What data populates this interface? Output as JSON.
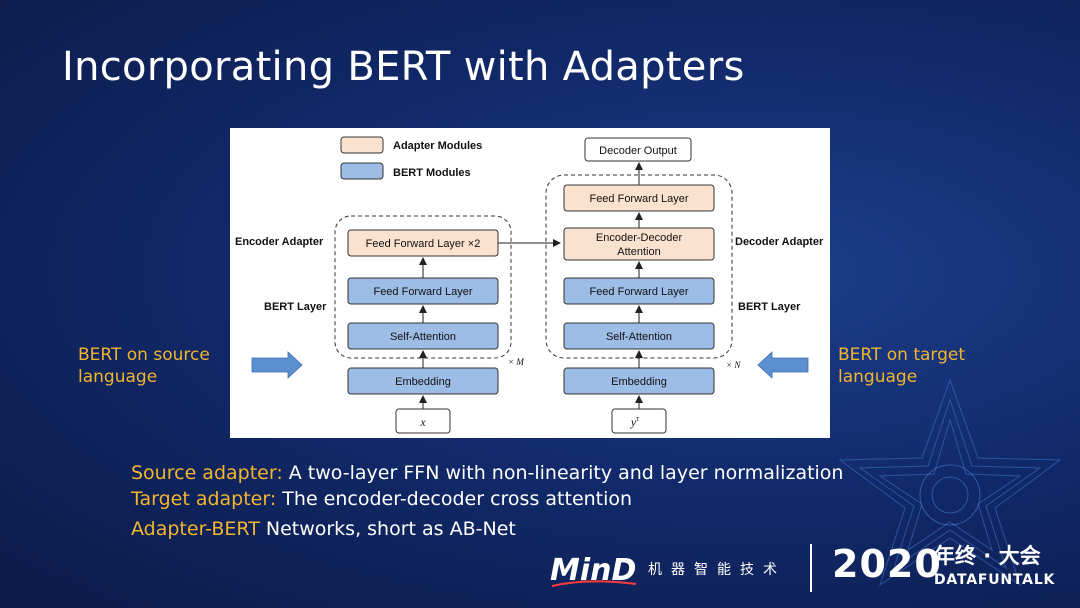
{
  "slide": {
    "title": "Incorporating BERT with Adapters",
    "left_label_line1": "BERT on source",
    "left_label_line2": "language",
    "right_label_line1": "BERT on target",
    "right_label_line2": "language"
  },
  "figure": {
    "legend_adapter": "Adapter Modules",
    "legend_bert": "BERT Modules",
    "encoder_adapter_label": "Encoder Adapter",
    "decoder_adapter_label": "Decoder Adapter",
    "bert_layer_left": "BERT Layer",
    "bert_layer_right": "BERT Layer",
    "enc_ffn_adapter": "Feed Forward Layer ×2",
    "enc_ffn": "Feed Forward Layer",
    "enc_self_attn": "Self-Attention",
    "enc_embedding": "Embedding",
    "enc_input": "x",
    "enc_repeat": "× M",
    "dec_output": "Decoder Output",
    "dec_ffn_adapter": "Feed Forward Layer",
    "dec_cross_attn_line1": "Encoder-Decoder",
    "dec_cross_attn_line2": "Attention",
    "dec_ffn": "Feed Forward Layer",
    "dec_self_attn": "Self-Attention",
    "dec_embedding": "Embedding",
    "dec_input_base": "y",
    "dec_input_sup": "τ",
    "dec_repeat": "× N"
  },
  "bullets": [
    {
      "highlight": "Source adapter:",
      "text": " A two-layer FFN with non-linearity and layer normalization"
    },
    {
      "highlight": "Target adapter:",
      "text": " The encoder-decoder cross attention"
    },
    {
      "highlight": "Adapter-BERT",
      "text": " Networks, short as AB-Net"
    }
  ],
  "footer": {
    "logo_text": "MinD",
    "cn_text": "机器智能技术",
    "year": "2020",
    "cn_event": "年终 · 大会",
    "brand": "DATAFUNTALK"
  },
  "colors": {
    "accent": "#f2b52e",
    "adapter_fill": "#fbe2cf",
    "bert_fill": "#9dbde6"
  }
}
